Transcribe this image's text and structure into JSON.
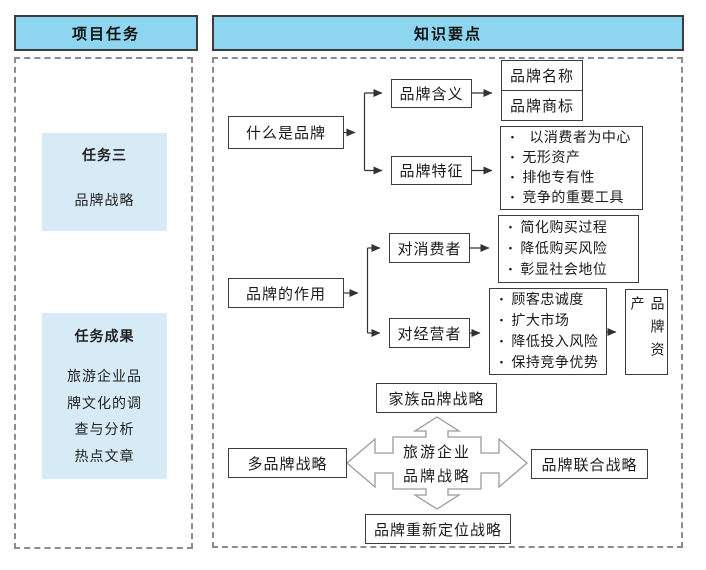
{
  "bullet": "·",
  "colors": {
    "header_fill": "#8ed5ef",
    "card_fill": "#d7ebf7",
    "box_border": "#3d3d3d",
    "dashed_border": "#8c8c8c",
    "connector": "#333333",
    "cross_stroke": "#9b9b9b"
  },
  "project_tasks": {
    "header": "项目任务",
    "task_card": {
      "title": "任务三",
      "name": "品牌战略"
    },
    "results_card": {
      "title": "任务成果",
      "lines": [
        "旅游企业品",
        "牌文化的调",
        "查与分析",
        "热点文章"
      ]
    }
  },
  "knowledge_points": {
    "header": "知识要点",
    "what_is_brand": {
      "label": "什么是品牌",
      "meaning": {
        "label": "品牌含义",
        "name": "品牌名称",
        "trademark": "品牌商标"
      },
      "features": {
        "label": "品牌特征",
        "items": [
          "以消费者为中心",
          "无形资产",
          "排他专有性",
          "竞争的重要工具"
        ]
      }
    },
    "brand_role": {
      "label": "品牌的作用",
      "consumer": {
        "label": "对消费者",
        "items": [
          "简化购买过程",
          "降低购买风险",
          "彰显社会地位"
        ]
      },
      "operator": {
        "label": "对经营者",
        "items": [
          "顾客忠诚度",
          "扩大市场",
          "降低投入风险",
          "保持竞争优势"
        ],
        "outcome": "品牌资产"
      }
    },
    "strategies": {
      "center_line1": "旅游企业",
      "center_line2": "品牌战略",
      "top": "家族品牌战略",
      "left": "多品牌战略",
      "right": "品牌联合战略",
      "bottom": "品牌重新定位战略"
    }
  }
}
